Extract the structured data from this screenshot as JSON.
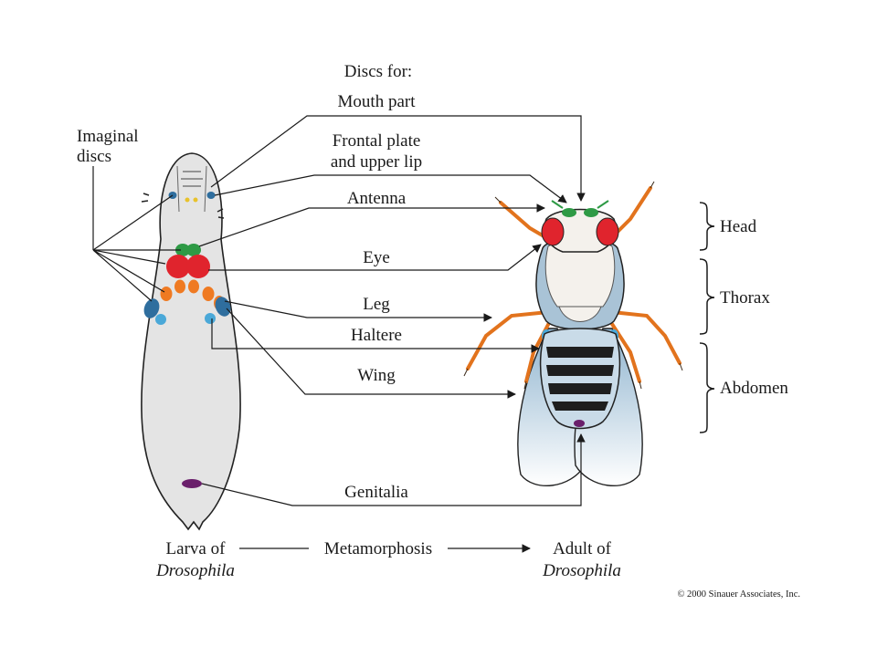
{
  "header": {
    "discs_for": "Discs for:"
  },
  "left_label": {
    "line1": "Imaginal",
    "line2": "discs"
  },
  "disc_labels": {
    "mouth_part": "Mouth part",
    "frontal_line1": "Frontal plate",
    "frontal_line2": "and upper lip",
    "antenna": "Antenna",
    "eye": "Eye",
    "leg": "Leg",
    "haltere": "Haltere",
    "wing": "Wing",
    "genitalia": "Genitalia"
  },
  "body_regions": {
    "head": "Head",
    "thorax": "Thorax",
    "abdomen": "Abdomen"
  },
  "bottom": {
    "larva_line1": "Larva of",
    "larva_line2": "Drosophila",
    "process": "Metamorphosis",
    "adult_line1": "Adult of",
    "adult_line2": "Drosophila"
  },
  "copyright": "© 2000 Sinauer Associates, Inc.",
  "colors": {
    "eye_disc": "#e0242d",
    "antenna_disc": "#2e9a45",
    "leg_disc": "#ef7a22",
    "wing_disc": "#2f6e9e",
    "haltere_disc": "#4aa8d8",
    "genital_disc": "#6a1f6b",
    "larva_body": "#e4e4e4"
  }
}
